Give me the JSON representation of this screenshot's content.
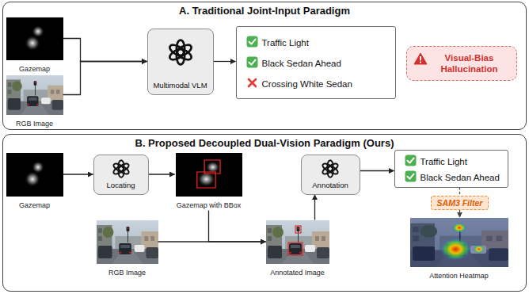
{
  "diagram": {
    "nodes": [
      {
        "text": [
          "A. Traditional Joint-Input Paradigm"
        ]
      },
      {
        "text": [
          "Gazemap"
        ],
        "in": 0
      },
      {
        "text": [
          "RGB Image"
        ],
        "in": 0
      },
      {
        "text": [
          "Multimodal VLM"
        ],
        "in": 0
      },
      {
        "text": [
          "Traffic Light",
          "Black Sedan Ahead",
          "Crossing White Sedan"
        ],
        "in": 0
      },
      {
        "text": [
          "Visual-Bias Hallucination"
        ],
        "in": 0
      },
      {
        "text": [
          "B. Proposed Decoupled Dual-Vision Paradigm (Ours)"
        ]
      },
      {
        "text": [
          "Gazemap"
        ],
        "in": 6
      },
      {
        "text": [
          "Locating"
        ],
        "in": 6
      },
      {
        "text": [
          "Gazemap with BBox"
        ],
        "in": 6
      },
      {
        "text": [
          "Annotation"
        ],
        "in": 6
      },
      {
        "text": [
          "Traffic Light",
          "Black Sedan Ahead"
        ],
        "in": 6
      },
      {
        "text": [
          "SAM3 Filter"
        ],
        "in": 6
      },
      {
        "text": [
          "RGB Image"
        ],
        "in": 6
      },
      {
        "text": [
          "Annotated Image"
        ],
        "in": 6
      },
      {
        "text": [
          "Attention Heatmap"
        ],
        "in": 6
      }
    ],
    "edges": [
      {
        "from": 1,
        "to": 3,
        "arrow": "to"
      },
      {
        "from": 2,
        "to": 3,
        "arrow": "to"
      },
      {
        "from": 3,
        "to": 4,
        "arrow": "to"
      },
      {
        "from": 7,
        "to": 8,
        "arrow": "to"
      },
      {
        "from": 8,
        "to": 9,
        "arrow": "to"
      },
      {
        "from": 9,
        "to": 14,
        "arrow": "to"
      },
      {
        "from": 13,
        "to": 14,
        "arrow": "to"
      },
      {
        "from": 14,
        "to": 10,
        "arrow": "to"
      },
      {
        "from": 10,
        "to": 11,
        "arrow": "to"
      },
      {
        "from": 11,
        "to": 12,
        "arrow": "none"
      },
      {
        "from": 12,
        "to": 15,
        "arrow": "to"
      }
    ]
  }
}
